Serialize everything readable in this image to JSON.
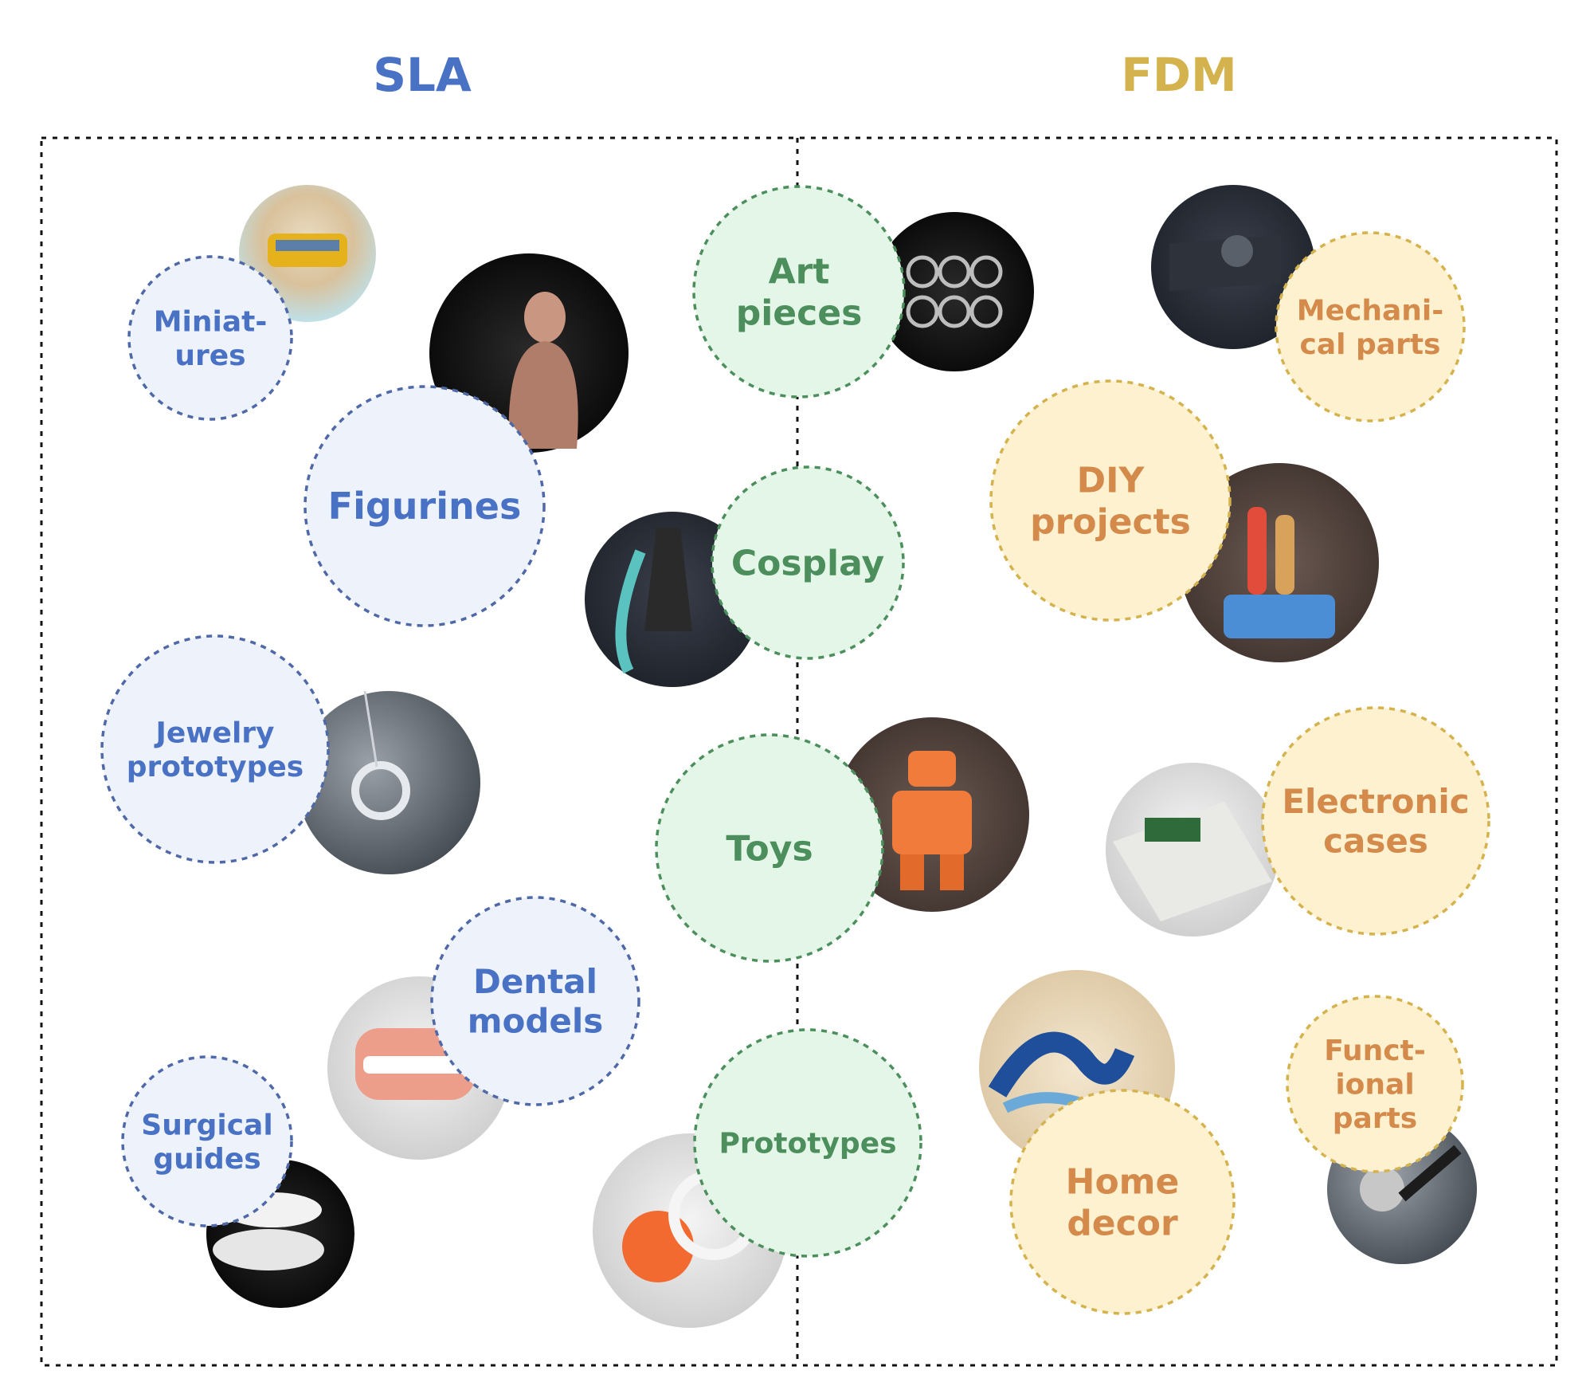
{
  "headers": {
    "sla": "SLA",
    "fdm": "FDM"
  },
  "colors": {
    "sla_text": "#4a72c4",
    "sla_fill": "#edf2fb",
    "sla_stroke": "#4f68a8",
    "both_text": "#4c8f5d",
    "both_fill": "#e3f6e8",
    "both_stroke": "#4c8f5d",
    "fdm_text": "#d48a4b",
    "fdm_fill": "#fdf1cf",
    "fdm_stroke": "#d4b24e"
  },
  "categories": [
    {
      "name": "miniatures",
      "group": "sla",
      "label": [
        "Miniat-",
        "ures"
      ],
      "photo": "toy-bus-photo"
    },
    {
      "name": "figurines",
      "group": "sla",
      "label": [
        "Figurines"
      ],
      "photo": "buddha-figurine-photo"
    },
    {
      "name": "jewelry-prototypes",
      "group": "sla",
      "label": [
        "Jewelry",
        "prototypes"
      ],
      "photo": "ring-necklace-photo"
    },
    {
      "name": "dental-models",
      "group": "sla",
      "label": [
        "Dental",
        "models"
      ],
      "photo": "denture-model-photo"
    },
    {
      "name": "surgical-guides",
      "group": "sla",
      "label": [
        "Surgical",
        "guides"
      ],
      "photo": "surgical-guide-photo"
    },
    {
      "name": "art-pieces",
      "group": "both",
      "label": [
        "Art",
        "pieces"
      ],
      "photo": "lattice-sculpture-photo"
    },
    {
      "name": "cosplay",
      "group": "both",
      "label": [
        "Cosplay"
      ],
      "photo": "anime-figure-photo"
    },
    {
      "name": "toys",
      "group": "both",
      "label": [
        "Toys"
      ],
      "photo": "orange-robot-photo"
    },
    {
      "name": "prototypes",
      "group": "both",
      "label": [
        "Prototypes"
      ],
      "photo": "gear-mechanism-photo"
    },
    {
      "name": "mechanical-parts",
      "group": "fdm",
      "label": [
        "Mechani-",
        "cal parts"
      ],
      "photo": "bracket-part-photo"
    },
    {
      "name": "diy-projects",
      "group": "fdm",
      "label": [
        "DIY",
        "projects"
      ],
      "photo": "kitchen-tools-photo"
    },
    {
      "name": "electronic-cases",
      "group": "fdm",
      "label": [
        "Electronic",
        "cases"
      ],
      "photo": "board-enclosure-photo"
    },
    {
      "name": "home-decor",
      "group": "fdm",
      "label": [
        "Home",
        "decor"
      ],
      "photo": "wave-relief-photo"
    },
    {
      "name": "functional-parts",
      "group": "fdm",
      "label": [
        "Funct-",
        "ional",
        "parts"
      ],
      "photo": "gear-arm-photo"
    }
  ]
}
